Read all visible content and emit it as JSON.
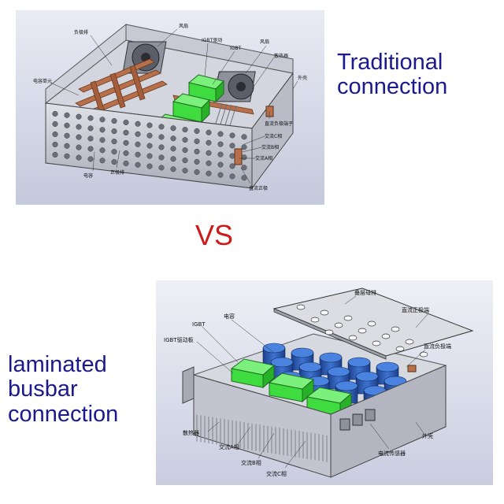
{
  "labels": {
    "traditional": [
      "Traditional",
      "connection"
    ],
    "vs": "VS",
    "laminated": [
      "laminated",
      "busbar",
      "connection"
    ]
  },
  "top_diagram": {
    "callouts": [
      "风扇",
      "负极排",
      "IGBT驱动",
      "IGBT",
      "风扇",
      "散热器",
      "电容单元",
      "外壳",
      "直流负极端子",
      "交流C相",
      "交流B相",
      "交流A相",
      "电容",
      "正极排",
      "直流正极"
    ]
  },
  "bottom_diagram": {
    "callouts": [
      "叠层母排",
      "直流正极端",
      "直流负极端",
      "IGBT",
      "电容",
      "IGBT驱动板",
      "散热器",
      "交流A相",
      "交流B相",
      "交流C相",
      "外壳",
      "电流传感器"
    ]
  },
  "colors": {
    "label_blue": "#1a1a8c",
    "vs_red": "#cc1b1b",
    "igbt_green": "#3fdc3f",
    "capacitor_blue": "#2d5fb8",
    "copper": "#b8704a"
  }
}
